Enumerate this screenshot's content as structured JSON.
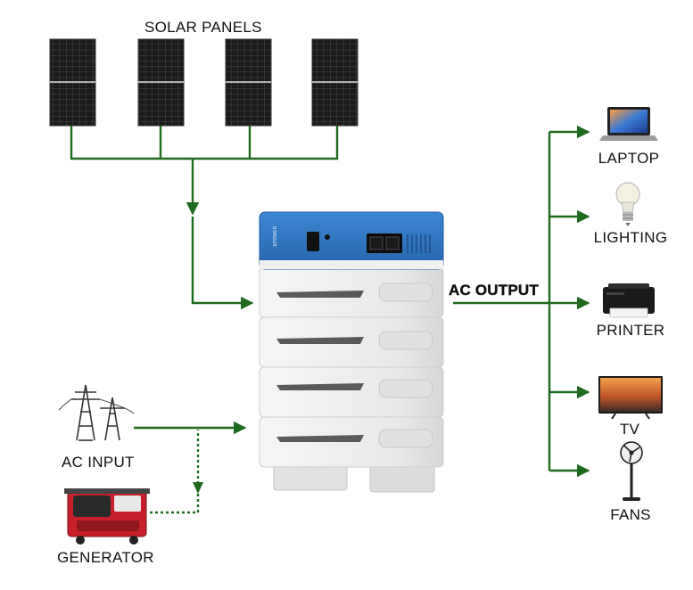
{
  "colors": {
    "flow_line": "#1e6b1e",
    "panel_cell": "#1c1c1c",
    "battery_top": "#2f75c0",
    "battery_body": "#ececec",
    "generator_red": "#c8202a"
  },
  "labels": {
    "solar_panels": "SOLAR PANELS",
    "ac_input": "AC INPUT",
    "generator": "GENERATOR",
    "ac_output": "AC OUTPUT",
    "battery_brand": "EPOWER"
  },
  "outputs": [
    {
      "id": "laptop",
      "label": "LAPTOP",
      "icon": "laptop-icon"
    },
    {
      "id": "lighting",
      "label": "LIGHTING",
      "icon": "light-bulb-icon"
    },
    {
      "id": "printer",
      "label": "PRINTER",
      "icon": "printer-icon"
    },
    {
      "id": "tv",
      "label": "TV",
      "icon": "tv-icon"
    },
    {
      "id": "fans",
      "label": "FANS",
      "icon": "fan-icon"
    }
  ],
  "inputs": [
    {
      "id": "solar",
      "icon": "solar-panel-icon",
      "count": 4
    },
    {
      "id": "grid",
      "icon": "power-tower-icon"
    },
    {
      "id": "generator",
      "icon": "generator-icon"
    }
  ]
}
